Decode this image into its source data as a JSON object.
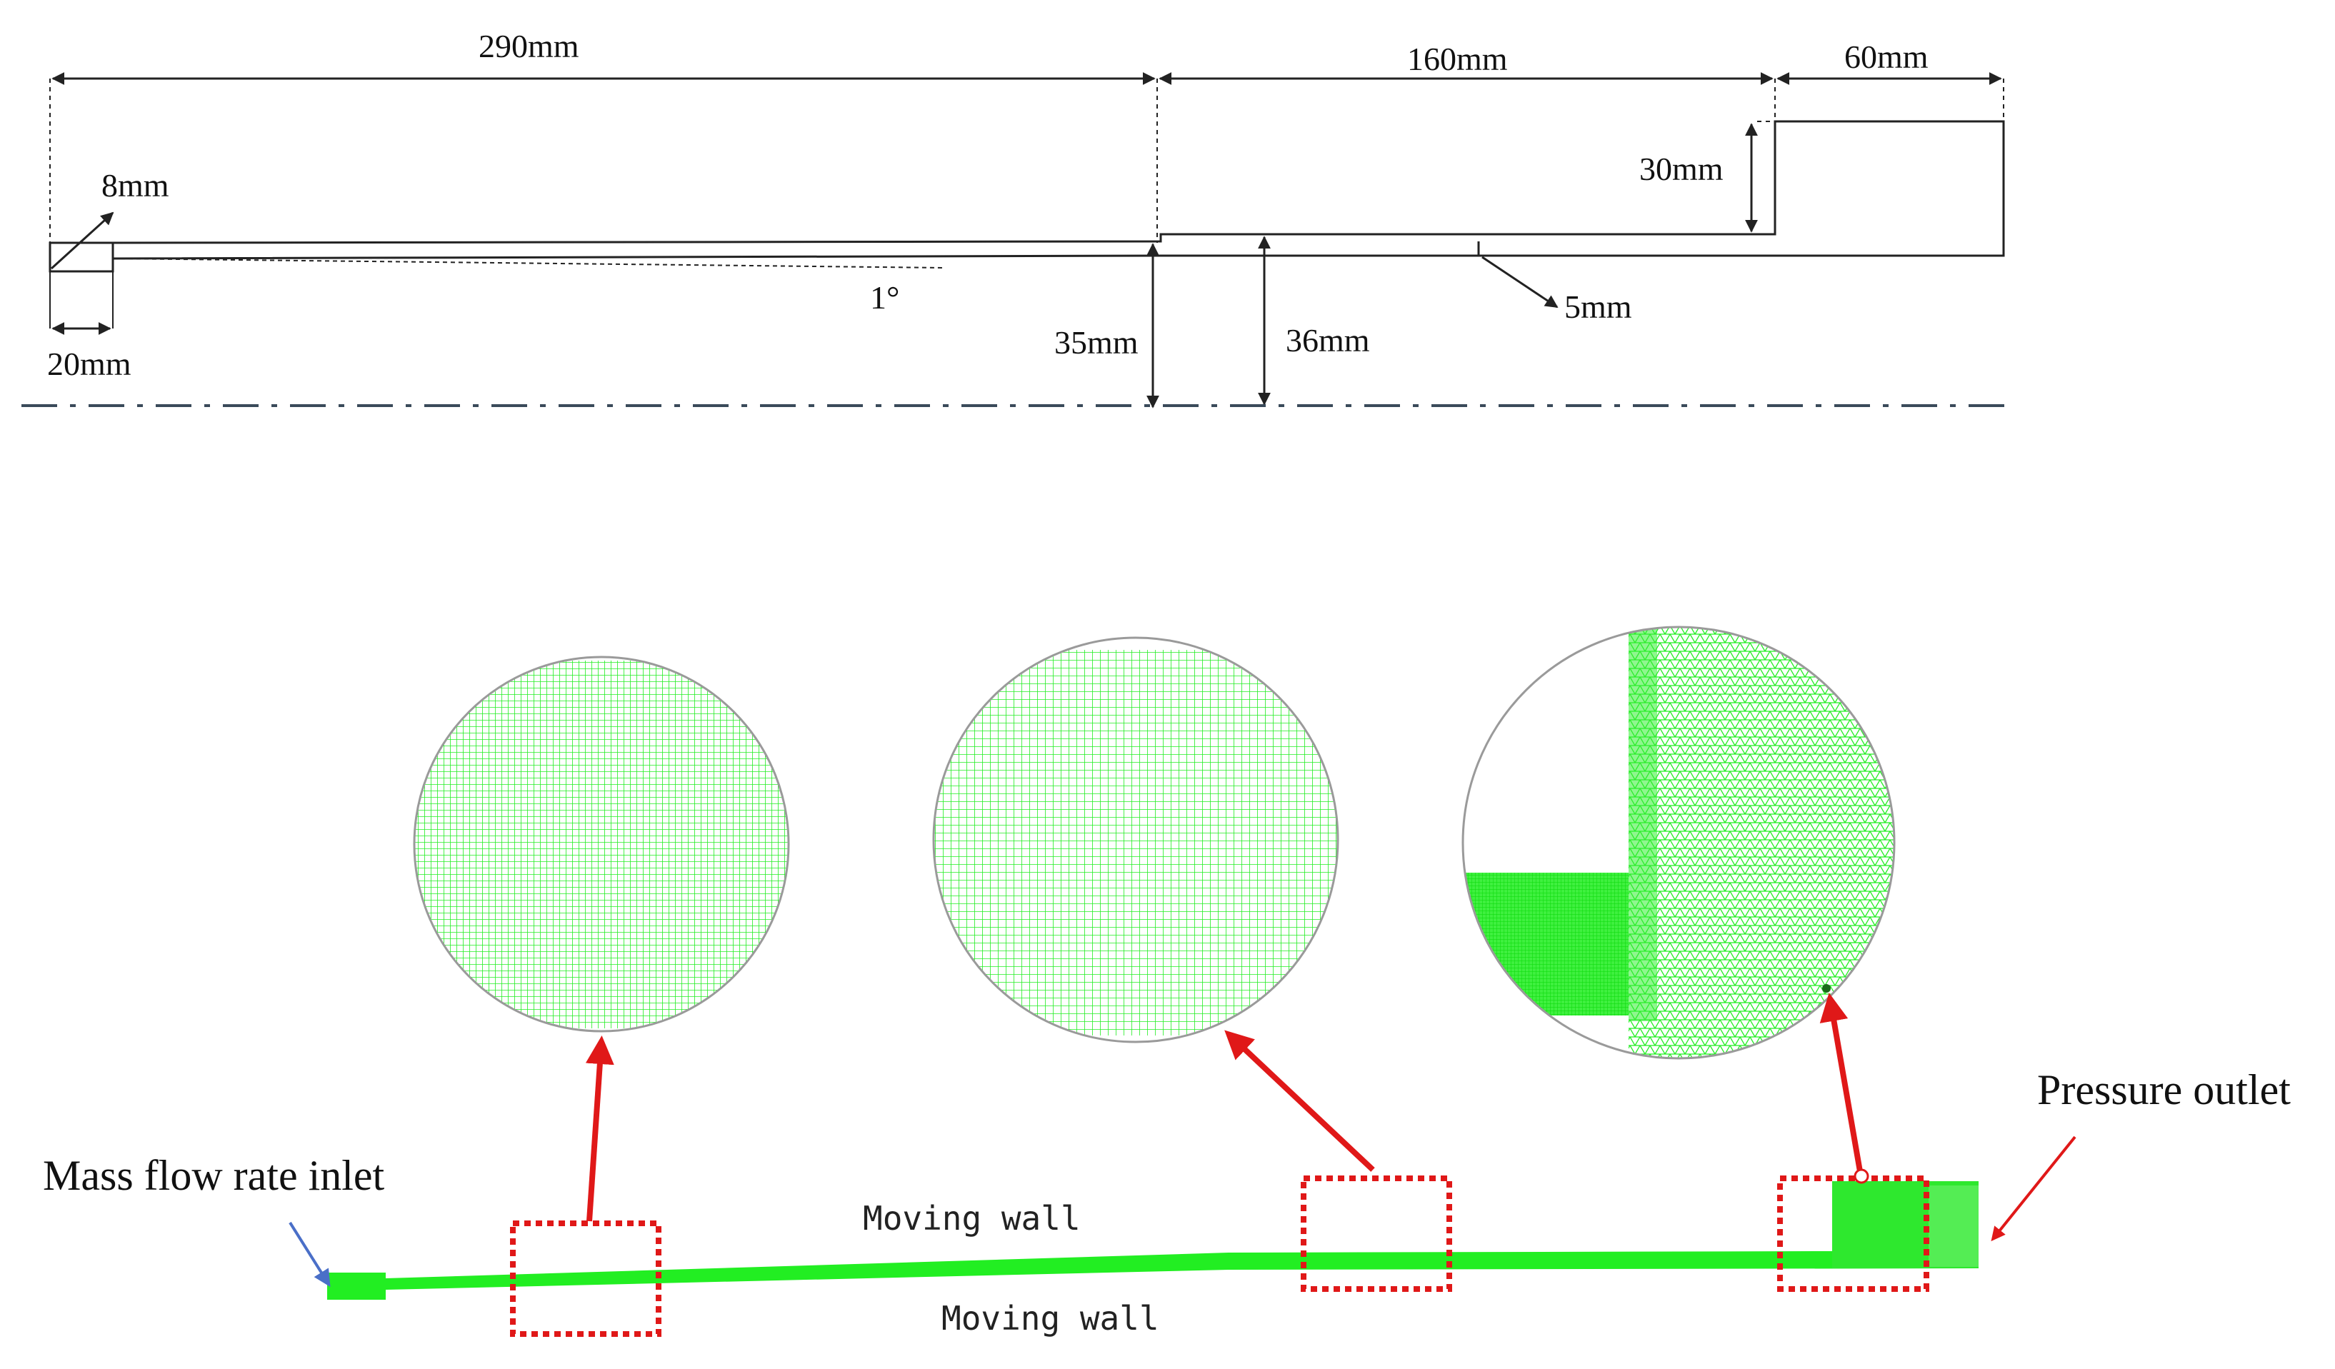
{
  "dimensions": {
    "d290": "290mm",
    "d160": "160mm",
    "d60": "60mm",
    "d30": "30mm",
    "d8": "8mm",
    "d20": "20mm",
    "angle": "1°",
    "d35": "35mm",
    "d36": "36mm",
    "d5": "5mm"
  },
  "boundaries": {
    "inlet": "Mass flow rate inlet",
    "outlet": "Pressure outlet",
    "wall_top": "Moving wall",
    "wall_bottom": "Moving wall"
  },
  "colors": {
    "mesh": "#22ee22",
    "mesh_dense": "#14e414",
    "highlight": "#e01818",
    "line": "#222222",
    "axis": "#3a4a5a",
    "inlet_arrow": "#4a6fc8"
  }
}
